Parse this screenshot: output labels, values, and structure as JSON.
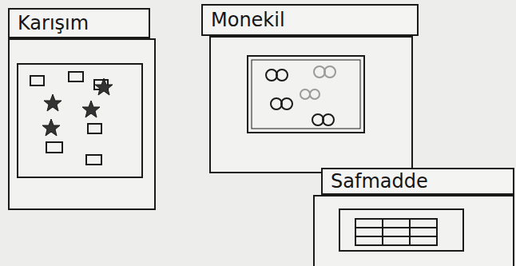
{
  "diagram": {
    "nodes": [
      {
        "text": [
          "Karışım"
        ]
      },
      {
        "text": [
          "Monekil"
        ]
      },
      {
        "text": [
          "Safmadde"
        ]
      }
    ]
  }
}
